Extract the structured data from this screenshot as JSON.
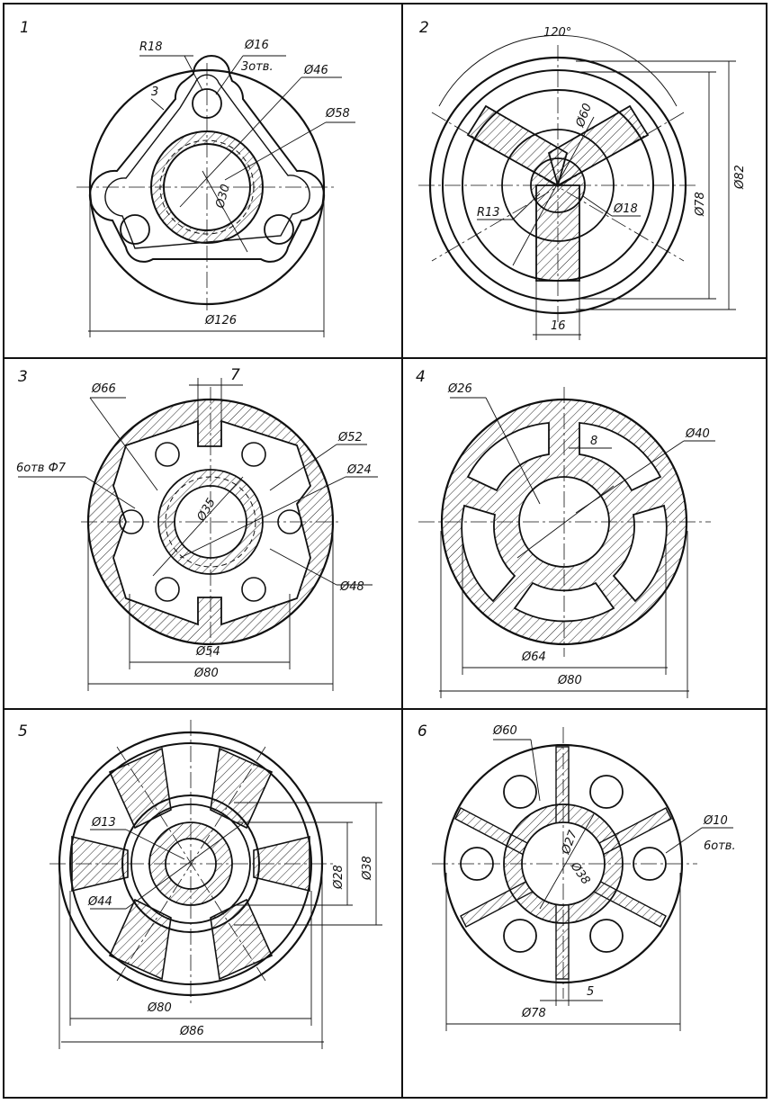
{
  "panels": [
    {
      "number": "1",
      "labels": [
        "R18",
        "Ø16",
        "3отв.",
        "Ø46",
        "Ø58",
        "3",
        "Ø30",
        "Ø126"
      ]
    },
    {
      "number": "2",
      "labels": [
        "120°",
        "Ø60",
        "R13",
        "Ø18",
        "Ø82",
        "Ø78",
        "16"
      ]
    },
    {
      "number": "3",
      "labels": [
        "7",
        "Ø66",
        "Ø52",
        "6отв Ф7",
        "Ø24",
        "Ø35",
        "Ø48",
        "Ø54",
        "Ø80"
      ]
    },
    {
      "number": "4",
      "labels": [
        "Ø26",
        "8",
        "Ø40",
        "Ø64",
        "Ø80"
      ]
    },
    {
      "number": "5",
      "labels": [
        "Ø13",
        "Ø44",
        "Ø28",
        "Ø38",
        "Ø80",
        "Ø86"
      ]
    },
    {
      "number": "6",
      "labels": [
        "Ø60",
        "Ø10",
        "6отв.",
        "Ø27",
        "Ø38",
        "5",
        "Ø78"
      ]
    }
  ]
}
